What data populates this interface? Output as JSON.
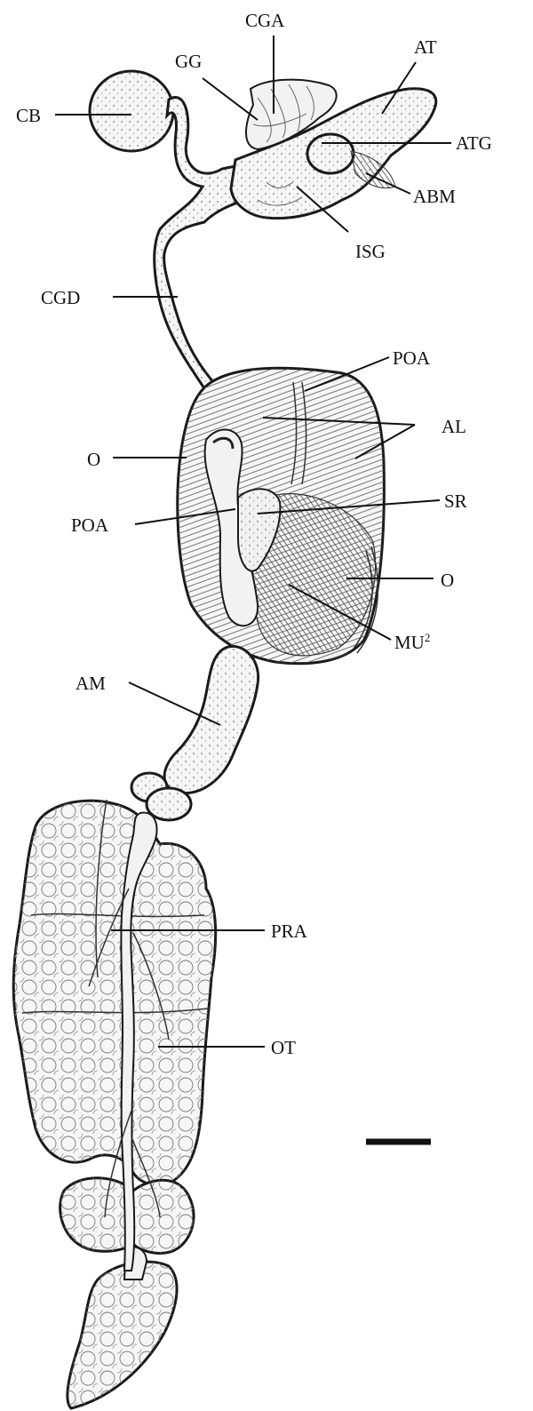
{
  "labels": {
    "CGA": "CGA",
    "GG": "GG",
    "AT": "AT",
    "CB": "CB",
    "ATG": "ATG",
    "ABM": "ABM",
    "ISG": "ISG",
    "CGD": "CGD",
    "POA_upper": "POA",
    "AL": "AL",
    "O_left": "O",
    "SR": "SR",
    "POA_left": "POA",
    "O_right": "O",
    "MU": "MU",
    "MU_sup": "2",
    "AM": "AM",
    "PRA": "PRA",
    "OT": "OT"
  },
  "colors": {
    "ink": "#111111",
    "paper": "#ffffff",
    "stipple": "#f4f4f4"
  }
}
